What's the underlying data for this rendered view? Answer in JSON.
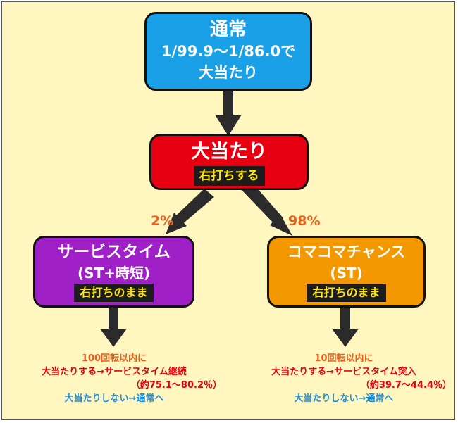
{
  "colors": {
    "background": "#fff6c0",
    "normal_box": "#1aa0e6",
    "jackpot_box": "#e60012",
    "service_box": "#a020c8",
    "chance_box": "#f39800",
    "tag_text": "#ffe600",
    "percent": "#e8601c",
    "red_text": "#e60012",
    "blue_text": "#1a8fe0"
  },
  "normal": {
    "title": "通常",
    "line2": "1/99.9～1/86.0で",
    "line3": "大当たり"
  },
  "jackpot": {
    "title": "大当たり",
    "tag": "右打ちする"
  },
  "branch": {
    "left_pct": "2%",
    "right_pct": "98%"
  },
  "service": {
    "title": "サービスタイム",
    "subtitle": "(ST+時短)",
    "tag": "右打ちのまま"
  },
  "chance": {
    "title": "コマコマチャンス",
    "subtitle": "(ST)",
    "tag": "右打ちのまま"
  },
  "service_note": {
    "spins": "100回転以内に",
    "hit": "大当たりする→サービスタイム継続",
    "rate": "（約75.1～80.2％）",
    "miss": "大当たりしない→通常へ"
  },
  "chance_note": {
    "spins": "10回転以内に",
    "hit": "大当たりする→サービスタイム突入",
    "rate": "（約39.7～44.4％）",
    "miss": "大当たりしない→通常へ"
  }
}
